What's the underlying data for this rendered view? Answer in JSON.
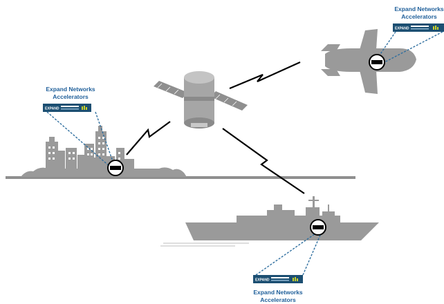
{
  "labels": {
    "city": [
      "Expand Networks",
      "Accelerators"
    ],
    "aircraft": [
      "Expand Networks",
      "Accelerators"
    ],
    "ship": [
      "Expand Networks",
      "Accelerators"
    ]
  },
  "device_brand": "EXPAND",
  "colors": {
    "label_text": "#1f5f9a",
    "device_body": "#1c4f72",
    "device_accent": "#c9d22a",
    "link_dotted": "#2f6f9f",
    "silhouette": "#9a9a9a",
    "horizon": "#8f8f8f"
  }
}
